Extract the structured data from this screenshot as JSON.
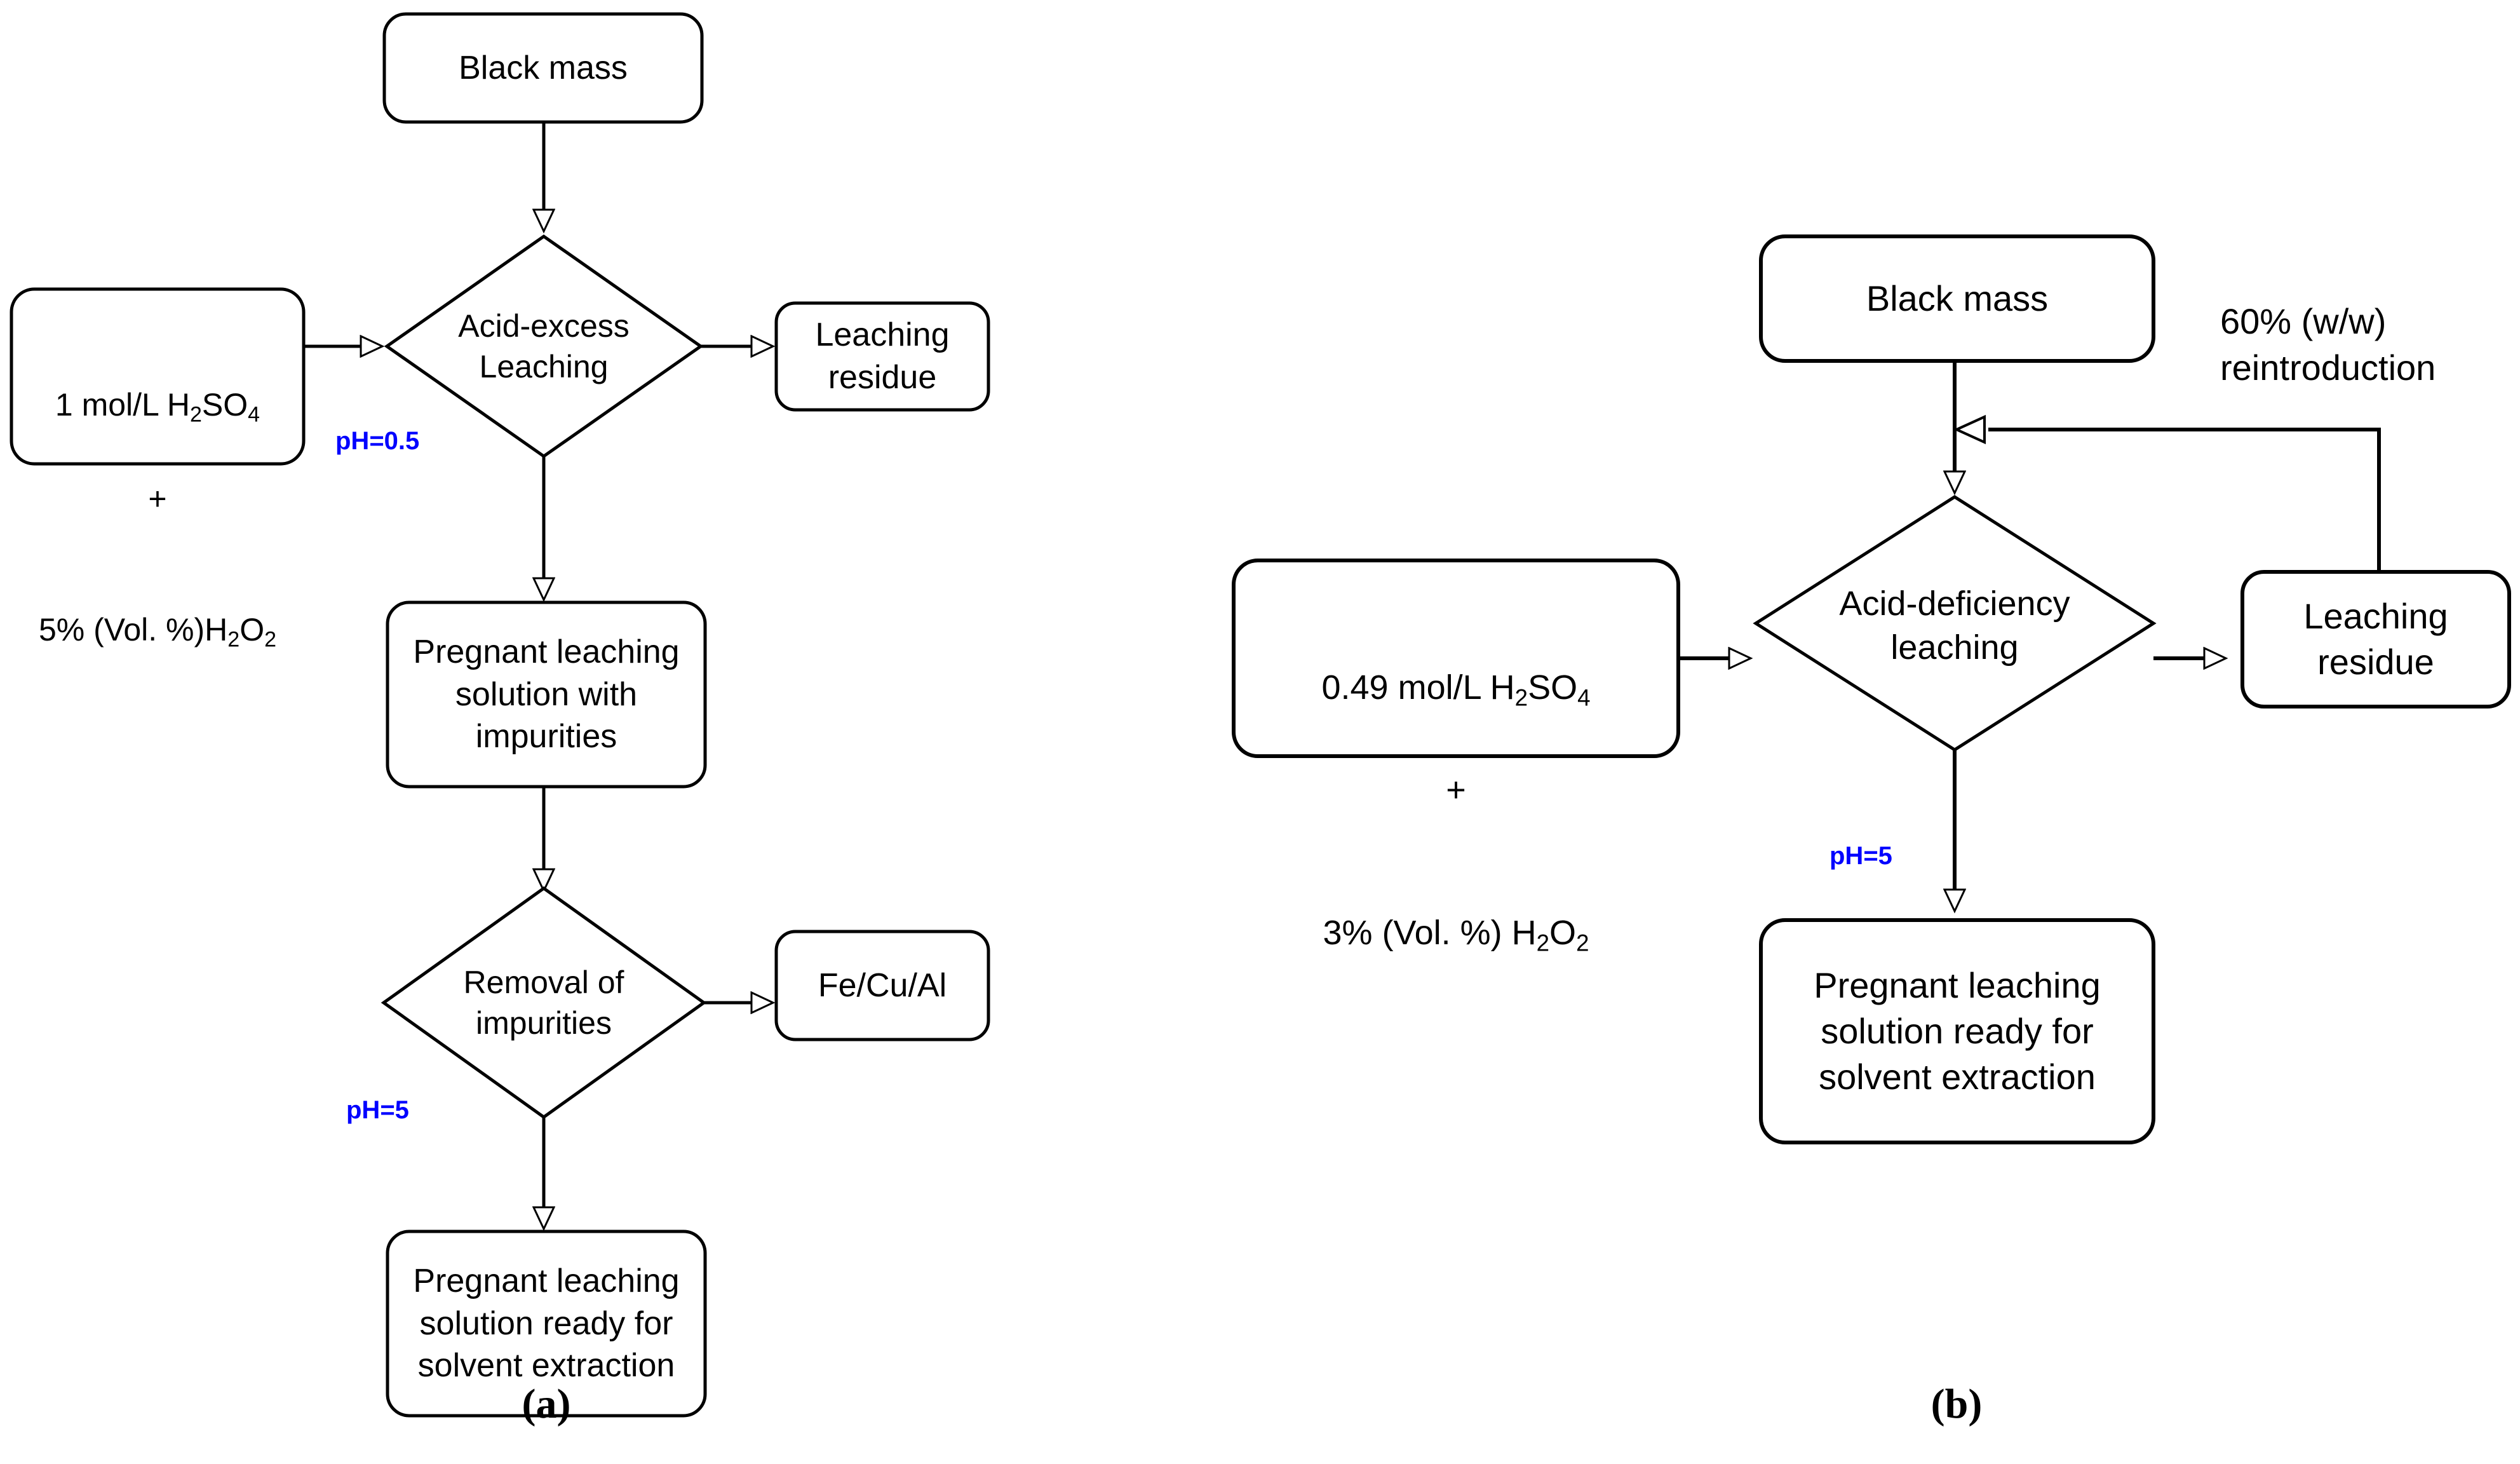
{
  "figure": {
    "background_color": "#ffffff",
    "stroke_color": "#000000",
    "ph_color": "#0000ff",
    "panels": [
      {
        "id": "a",
        "caption": "(a)"
      },
      {
        "id": "b",
        "caption": "(b)"
      }
    ]
  },
  "panel_a": {
    "caption": "(a)",
    "nodes": {
      "black_mass": {
        "type": "rounded-box",
        "label": "Black mass"
      },
      "reagent": {
        "type": "rounded-box",
        "label_lines": [
          "1 mol/L H2SO4",
          "+",
          "5% (Vol. %)H2O2"
        ],
        "line1_prefix": "1 mol/L H",
        "line1_sub1": "2",
        "line1_mid": "SO",
        "line1_sub2": "4",
        "line2": "+",
        "line3_prefix": "5% (Vol. %)H",
        "line3_sub1": "2",
        "line3_mid": "O",
        "line3_sub2": "2"
      },
      "leaching": {
        "type": "diamond",
        "label": "Acid-excess\nLeaching"
      },
      "leaching_residue": {
        "type": "rounded-box",
        "label": "Leaching\nresidue"
      },
      "pls_impure": {
        "type": "rounded-box",
        "label": "Pregnant leaching\nsolution with\nimpurities"
      },
      "removal": {
        "type": "diamond",
        "label": "Removal of\nimpurities"
      },
      "fecual": {
        "type": "rounded-box",
        "label": "Fe/Cu/Al"
      },
      "pls_ready": {
        "type": "rounded-box",
        "label": "Pregnant leaching\nsolution ready for\nsolvent extraction"
      }
    },
    "edge_labels": {
      "ph_leaching": "pH=0.5",
      "ph_removal": "pH=5"
    }
  },
  "panel_b": {
    "caption": "(b)",
    "nodes": {
      "black_mass": {
        "type": "rounded-box",
        "label": "Black mass"
      },
      "reagent": {
        "type": "rounded-box",
        "label_lines": [
          "0.49 mol/L H2SO4",
          "+",
          "3% (Vol. %) H2O2"
        ],
        "line1_prefix": "0.49 mol/L H",
        "line1_sub1": "2",
        "line1_mid": "SO",
        "line1_sub2": "4",
        "line2": "+",
        "line3_prefix": "3% (Vol. %) H",
        "line3_sub1": "2",
        "line3_mid": "O",
        "line3_sub2": "2"
      },
      "leaching": {
        "type": "diamond",
        "label": "Acid-deficiency\nleaching"
      },
      "leaching_residue": {
        "type": "rounded-box",
        "label": "Leaching\nresidue"
      },
      "pls_ready": {
        "type": "rounded-box",
        "label": "Pregnant leaching\nsolution ready for\nsolvent extraction"
      }
    },
    "edge_labels": {
      "ph_leaching": "pH=5",
      "reintroduction": "60% (w/w)\nreintroduction"
    }
  }
}
